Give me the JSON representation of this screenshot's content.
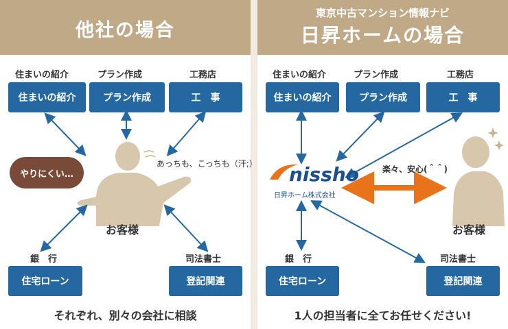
{
  "left": {
    "title": "他社の場合",
    "labels": {
      "housing": "住まいの紹介",
      "plan": "プラン作成",
      "builder": "工務店",
      "bank": "銀　行",
      "scrivener": "司法書士"
    },
    "boxes": {
      "housing": "住まいの紹介",
      "plan": "プラン作成",
      "construction": "工　事",
      "loan": "住宅ローン",
      "registration": "登記関連"
    },
    "bubble": "やりにくい…",
    "remark": "あっちも、こっちも（汗;）",
    "customer": "お客様",
    "summary": "それぞれ、別々の会社に相談"
  },
  "right": {
    "subtitle": "東京中古マンション情報ナビ",
    "title": "日昇ホームの場合",
    "labels": {
      "housing": "住まいの紹介",
      "plan": "プラン作成",
      "builder": "工務店",
      "bank": "銀　行",
      "scrivener": "司法書士"
    },
    "boxes": {
      "housing": "住まいの紹介",
      "plan": "プラン作成",
      "construction": "工　事",
      "loan": "住宅ローン",
      "registration": "登記関連"
    },
    "logo_text": "nissho",
    "logo_sub": "日昇ホーム株式会社",
    "remark": "楽々、安心(＾＾)",
    "customer": "お客様",
    "summary": "1人の担当者に全てお任せください!"
  },
  "colors": {
    "box": "#2467a1",
    "header": "#c0a986",
    "arrow": "#2467a1",
    "highlight_arrow": "#e8731a",
    "bubble": "#7a4a38",
    "silhouette": "#d7c7ad"
  }
}
